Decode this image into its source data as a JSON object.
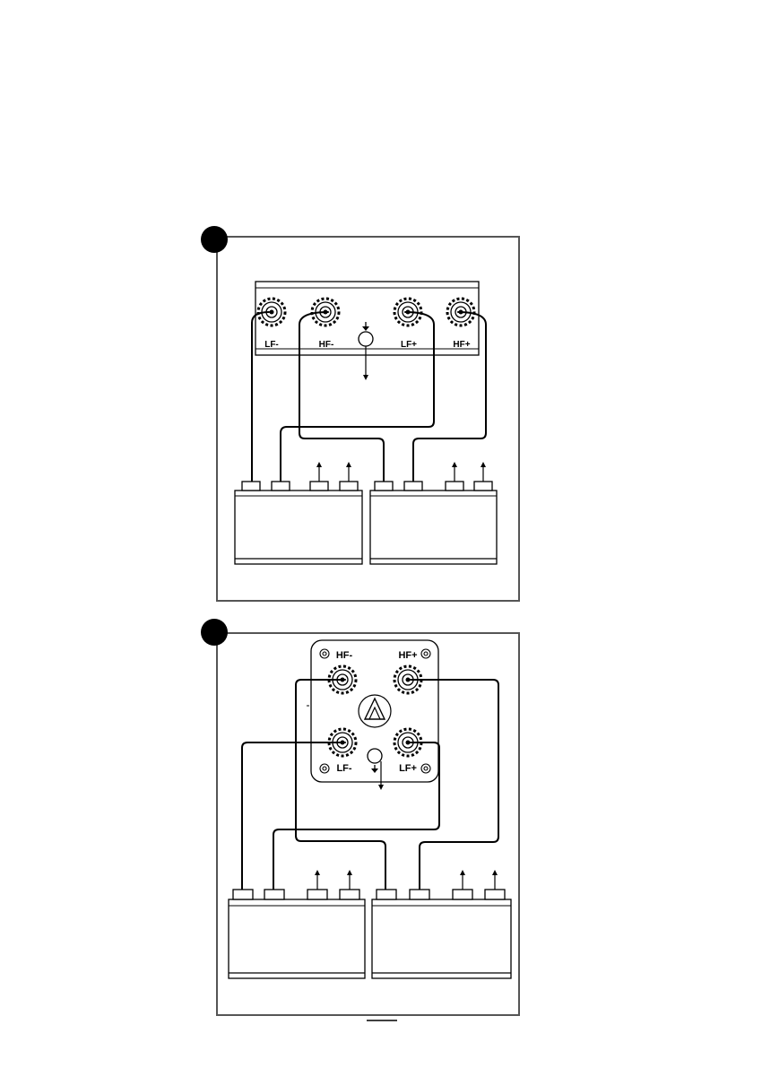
{
  "diagram_a": {
    "terminals": [
      "LF-",
      "HF-",
      "LF+",
      "HF+"
    ]
  },
  "diagram_b": {
    "terminals_top": [
      "HF-",
      "HF+"
    ],
    "terminals_bottom": [
      "LF-",
      "LF+"
    ]
  },
  "colors": {
    "ink": "#000000",
    "frame": "#555555",
    "background": "#ffffff"
  },
  "icons": [
    "ground-symbol-icon",
    "brand-logo-icon",
    "battery-icon",
    "binding-post-icon",
    "output-arrow-icon"
  ]
}
